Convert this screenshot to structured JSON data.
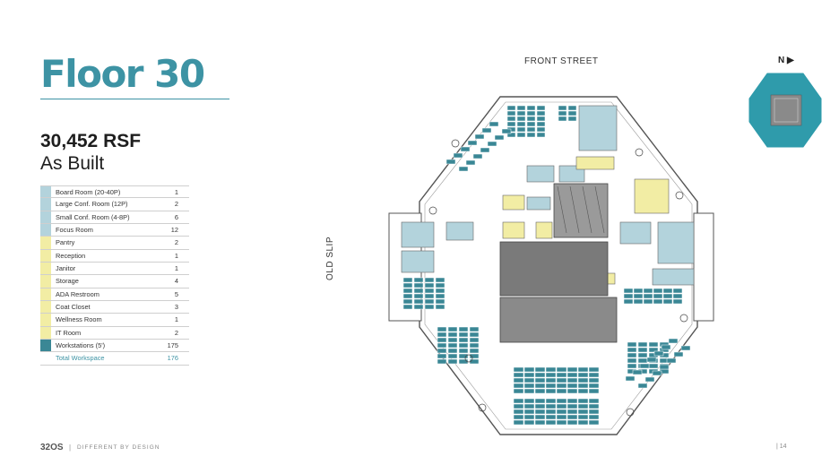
{
  "header": {
    "title": "Floor 30",
    "rsf": "30,452 RSF",
    "status": "As Built"
  },
  "colors": {
    "teal": "#3d93a4",
    "light_blue": "#b3d3dc",
    "yellow": "#f2eda4",
    "dark_teal": "#3a8795"
  },
  "legend": [
    {
      "label": "Board Room (20-40P)",
      "count": "1",
      "color": "#b3d3dc"
    },
    {
      "label": "Large Conf. Room (12P)",
      "count": "2",
      "color": "#b3d3dc"
    },
    {
      "label": "Small Conf. Room (4-8P)",
      "count": "6",
      "color": "#b3d3dc"
    },
    {
      "label": "Focus Room",
      "count": "12",
      "color": "#b3d3dc"
    },
    {
      "label": "Pantry",
      "count": "2",
      "color": "#f2eda4"
    },
    {
      "label": "Reception",
      "count": "1",
      "color": "#f2eda4"
    },
    {
      "label": "Janitor",
      "count": "1",
      "color": "#f2eda4"
    },
    {
      "label": "Storage",
      "count": "4",
      "color": "#f2eda4"
    },
    {
      "label": "ADA Restroom",
      "count": "5",
      "color": "#f2eda4"
    },
    {
      "label": "Coat Closet",
      "count": "3",
      "color": "#f2eda4"
    },
    {
      "label": "Wellness Room",
      "count": "1",
      "color": "#f2eda4"
    },
    {
      "label": "IT Room",
      "count": "2",
      "color": "#f2eda4"
    },
    {
      "label": "Workstations (5')",
      "count": "175",
      "color": "#3a8795"
    },
    {
      "label": "Total Workspace",
      "count": "176",
      "color": ""
    }
  ],
  "plan": {
    "top_street": "FRONT STREET",
    "side_street": "OLD SLIP",
    "north_label": "N ▶"
  },
  "footer": {
    "logo": "32OS",
    "separator": "|",
    "tagline": "DIFFERENT BY DESIGN",
    "page": "| 14"
  }
}
